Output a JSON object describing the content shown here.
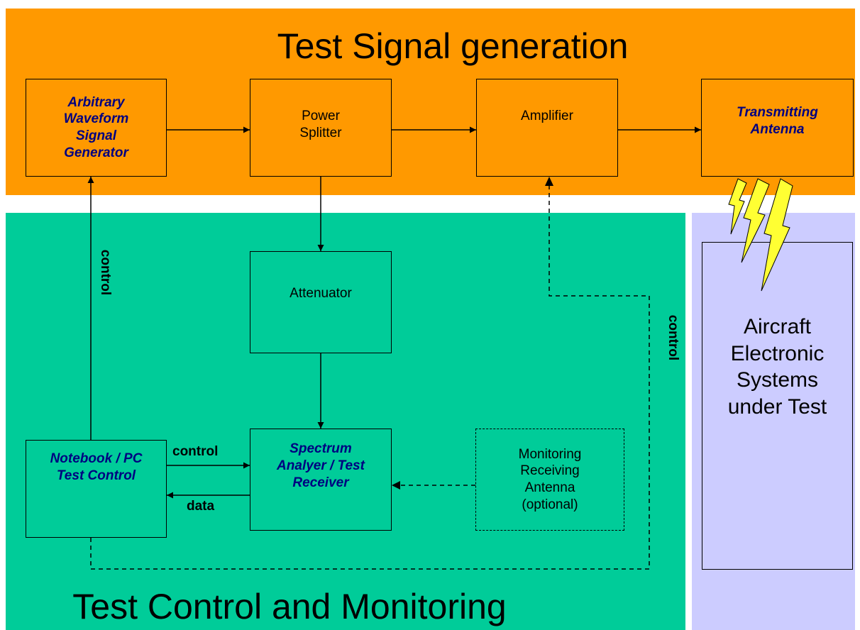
{
  "colors": {
    "top_region": "#FF9900",
    "bottom_region": "#00CC99",
    "right_region": "#CCCCFF",
    "emphasis_text": "#000080",
    "lightning_fill": "#FFFF33"
  },
  "titles": {
    "top": "Test Signal generation",
    "bottom": "Test Control and Monitoring"
  },
  "boxes": {
    "awg": [
      "Arbitrary",
      "Waveform",
      "Signal",
      "Generator"
    ],
    "splitter": [
      "Power",
      "Splitter"
    ],
    "amplifier": [
      "Amplifier"
    ],
    "tx_antenna": [
      "Transmitting",
      "Antenna"
    ],
    "attenuator": [
      "Attenuator"
    ],
    "analyzer": [
      "Spectrum",
      "Analyer / Test",
      "Receiver"
    ],
    "notebook": [
      "Notebook / PC",
      "Test Control"
    ],
    "monitor": [
      "Monitoring",
      "Receiving",
      "Antenna",
      "(optional)"
    ],
    "aircraft": [
      "Aircraft",
      "Electronic",
      "Systems",
      "under Test"
    ]
  },
  "labels": {
    "control_left": "control",
    "control_right": "control",
    "control_mid": "control",
    "data": "data"
  },
  "icons": {
    "lightning": "lightning-bolt-icon"
  }
}
